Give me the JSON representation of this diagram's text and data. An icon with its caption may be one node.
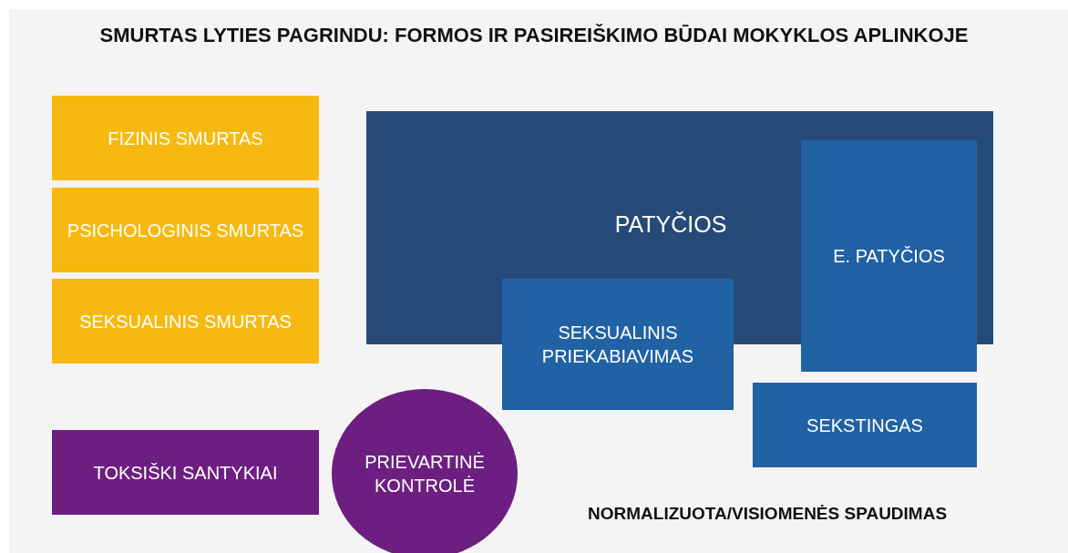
{
  "diagram": {
    "title": "SMURTAS LYTIES PAGRINDU: FORMOS IR PASIREIŠKIMO BŪDAI MOKYKLOS APLINKOJE",
    "nodes": [
      {
        "text": [
          "FIZINIS SMURTAS"
        ]
      },
      {
        "text": [
          "PSICHOLOGINIS SMURTAS"
        ]
      },
      {
        "text": [
          "SEKSUALINIS SMURTAS"
        ]
      },
      {
        "text": [
          "PATYČIOS"
        ]
      },
      {
        "text": [
          "E. PATYČIOS"
        ]
      },
      {
        "text": [
          "SEKSUALINIS PRIEKABIAVIMAS"
        ]
      },
      {
        "text": [
          "SEKSTINGAS"
        ]
      },
      {
        "text": [
          "TOKSIŠKI SANTYKIAI"
        ]
      },
      {
        "text": [
          "PRIEVARTINĖ KONTROLĖ"
        ]
      }
    ],
    "labels": [
      "NORMALIZUOTA/VISIOMENĖS SPAUDIMAS"
    ]
  }
}
